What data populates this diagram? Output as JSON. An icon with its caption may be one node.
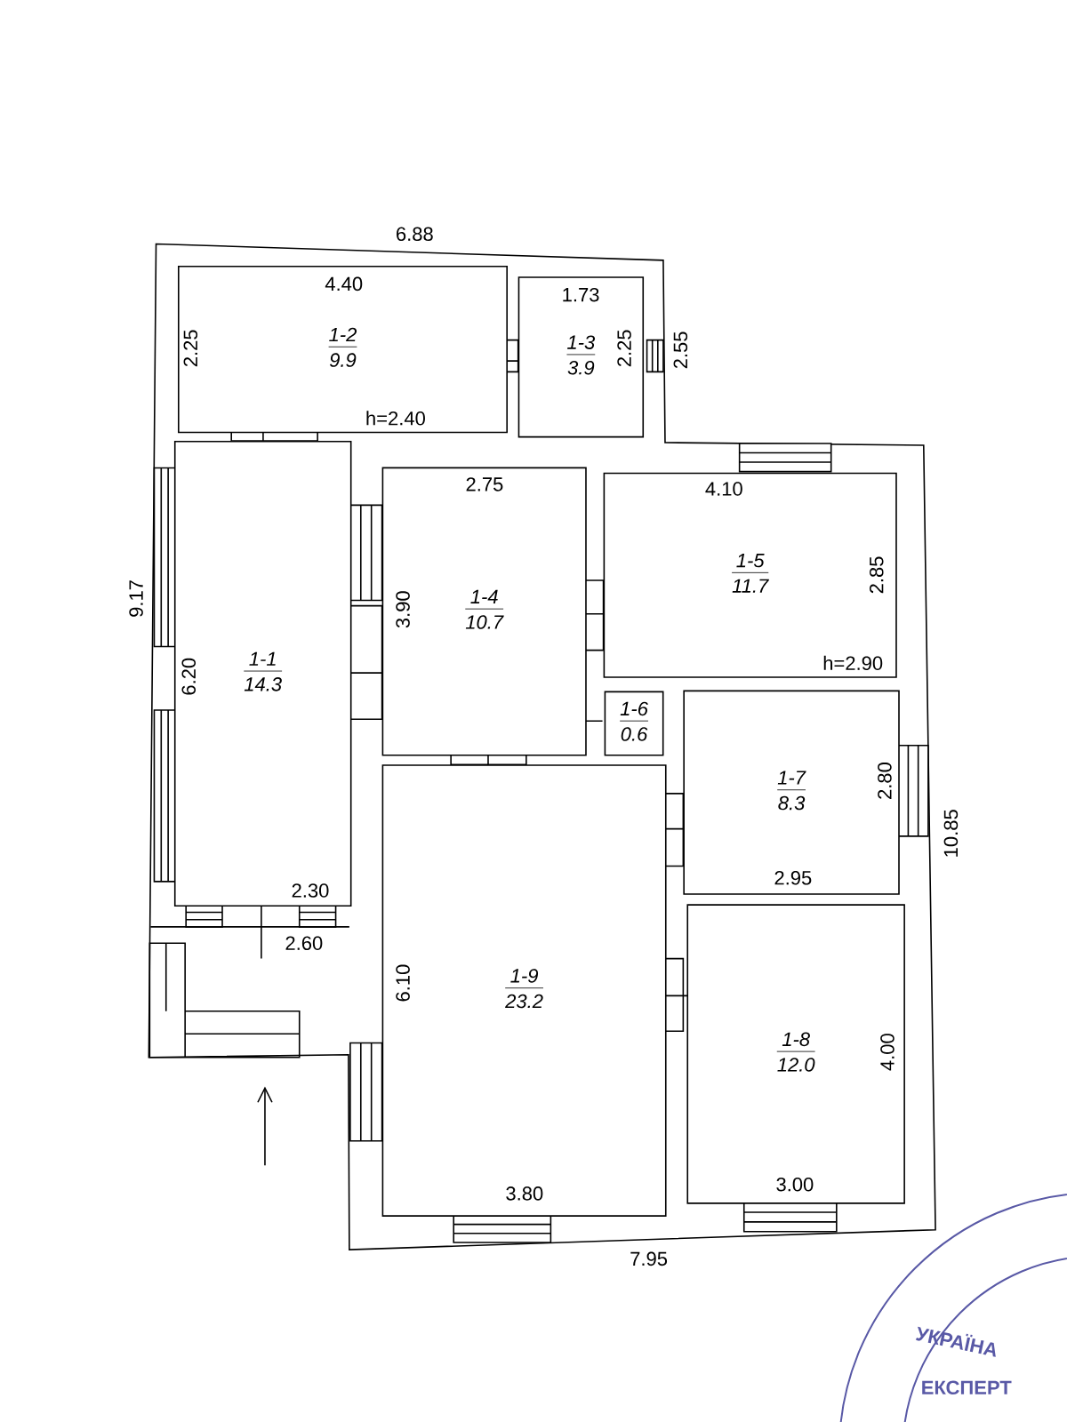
{
  "diagram": {
    "nodes": [
      {
        "text": [
          "1-2",
          "9.9"
        ]
      },
      {
        "text": [
          "1-3",
          "3.9"
        ]
      },
      {
        "text": [
          "1-4",
          "10.7"
        ]
      },
      {
        "text": [
          "1-5",
          "11.7"
        ]
      },
      {
        "text": [
          "1-1",
          "14.3"
        ]
      },
      {
        "text": [
          "1-6",
          "0.6"
        ]
      },
      {
        "text": [
          "1-7",
          "8.3"
        ]
      },
      {
        "text": [
          "1-9",
          "23.2"
        ]
      },
      {
        "text": [
          "1-8",
          "12.0"
        ]
      }
    ],
    "labels": [
      "6.88",
      "4.40",
      "1.73",
      "2.25",
      "2.25",
      "2.55",
      "h=2.40",
      "2.75",
      "4.10",
      "9.17",
      "3.90",
      "2.85",
      "h=2.90",
      "6.20",
      "2.80",
      "10.85",
      "2.30",
      "2.95",
      "2.60",
      "6.10",
      "4.00",
      "3.80",
      "3.00",
      "7.95",
      "УКРАЇНА",
      "ЕКСПЕРТ"
    ]
  }
}
